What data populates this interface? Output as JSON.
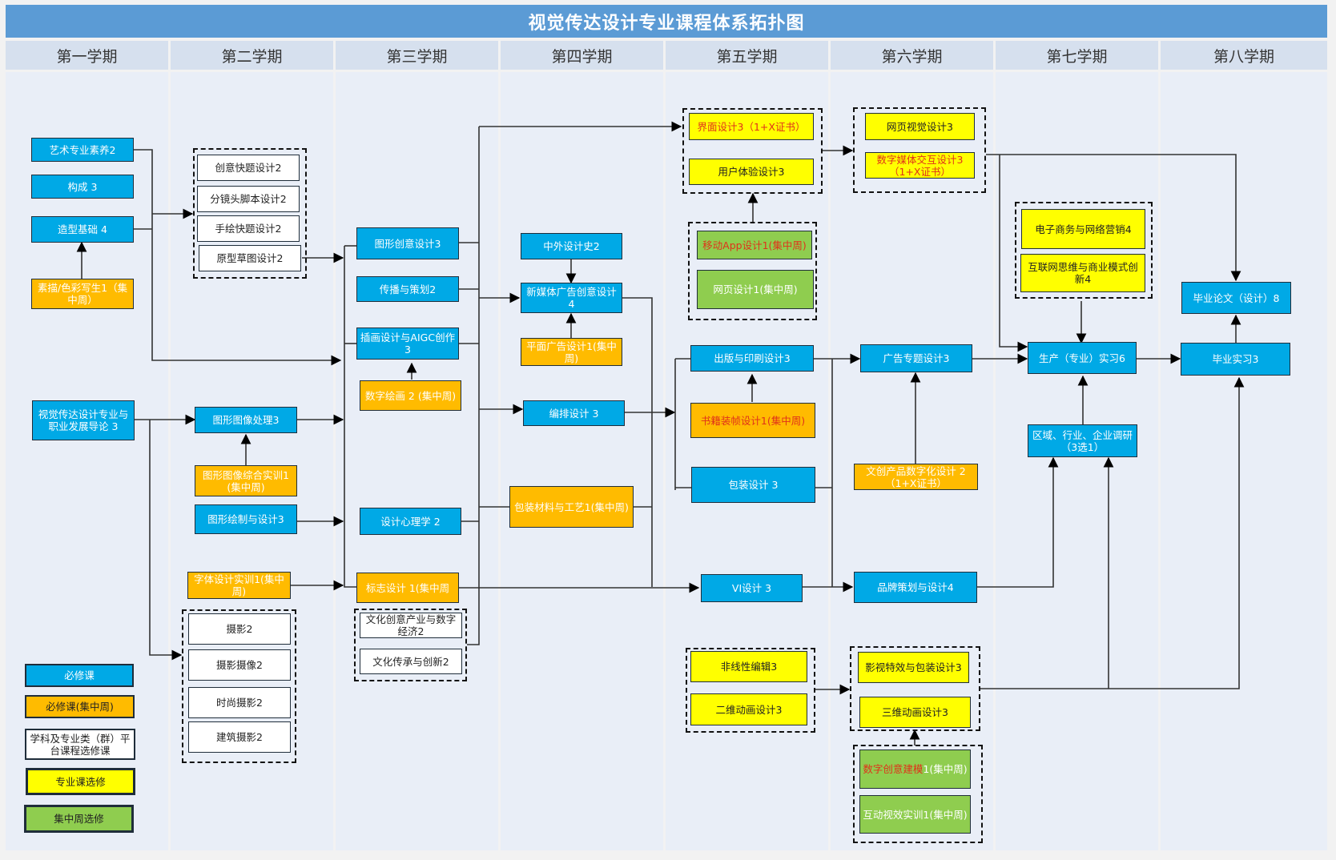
{
  "title": "视觉传达设计专业课程体系拓扑图",
  "semesters": [
    "第一学期",
    "第二学期",
    "第三学期",
    "第四学期",
    "第五学期",
    "第六学期",
    "第七学期",
    "第八学期"
  ],
  "colors": {
    "required": "#00a9e6",
    "required_week": "#ffbb00",
    "platform_elective": "#ffffff",
    "major_elective": "#ffff00",
    "week_elective": "#8fcd4f",
    "header": "#5b9bd5",
    "highlight_text": "#e0311a"
  },
  "courses": {
    "s1": {
      "art": "艺术专业素养2",
      "composition": "构成 3",
      "modeling": "造型基础 4",
      "sketch": "素描/色彩写生1（集中周）",
      "intro": "视觉传达设计专业与职业发展导论 3"
    },
    "s2": {
      "g1": [
        "创意快题设计2",
        "分镜头脚本设计2",
        "手绘快题设计2",
        "原型草图设计2"
      ],
      "image_proc": "图形图像处理3",
      "image_train": "图形图像综合实训1 (集中周)",
      "drawing": "图形绘制与设计3",
      "font_train": "字体设计实训1(集中周)",
      "g2": [
        "摄影2",
        "摄影摄像2",
        "时尚摄影2",
        "建筑摄影2"
      ]
    },
    "s3": {
      "graphic": "图形创意设计3",
      "comm": "传播与策划2",
      "illus": "插画设计与AIGC创作 3",
      "digital_paint": "数字绘画 2 (集中周)",
      "psych": "设计心理学 2",
      "logo": "标志设计 1(集中周",
      "g": [
        "文化创意产业与数字经济2",
        "文化传承与创新2"
      ]
    },
    "s4": {
      "history": "中外设计史2",
      "newmedia": "新媒体广告创意设计 4",
      "print_ad": "平面广告设计1(集中周)",
      "layout": "编排设计 3",
      "pack_mat": "包装材料与工艺1(集中周)"
    },
    "s5": {
      "g_ui": [
        "界面设计3（1+X证书）",
        "用户体验设计3"
      ],
      "g_app": [
        "移动App设计1(集中周)",
        "网页设计1(集中周)"
      ],
      "publish": "出版与印刷设计3",
      "book": "书籍装帧设计1(集中周)",
      "package": "包装设计 3",
      "vi": "VI设计 3",
      "g_video": [
        "非线性编辑3",
        "二维动画设计3"
      ]
    },
    "s6": {
      "g_web": [
        "网页视觉设计3",
        "数字媒体交互设计3（1+X证书）"
      ],
      "ad_topic": "广告专题设计3",
      "cultural": "文创产品数字化设计 2（1+X证书）",
      "brand": "品牌策划与设计4",
      "g_fx": [
        "影视特效与包装设计3",
        "三维动画设计3"
      ],
      "g_week": [
        "数字创意建模1(集中周)",
        "互动视效实训1(集中周)"
      ]
    },
    "s7": {
      "g_biz": [
        "电子商务与网络营销4",
        "互联网思维与商业模式创新4"
      ],
      "internship": "生产（专业）实习6",
      "research": "区域、行业、企业调研（3选1）"
    },
    "s8": {
      "thesis": "毕业论文（设计）8",
      "grad_intern": "毕业实习3"
    }
  },
  "legend": [
    "必修课",
    "必修课(集中周)",
    "学科及专业类（群）平台课程选修课",
    "专业课选修",
    "集中周选修"
  ]
}
